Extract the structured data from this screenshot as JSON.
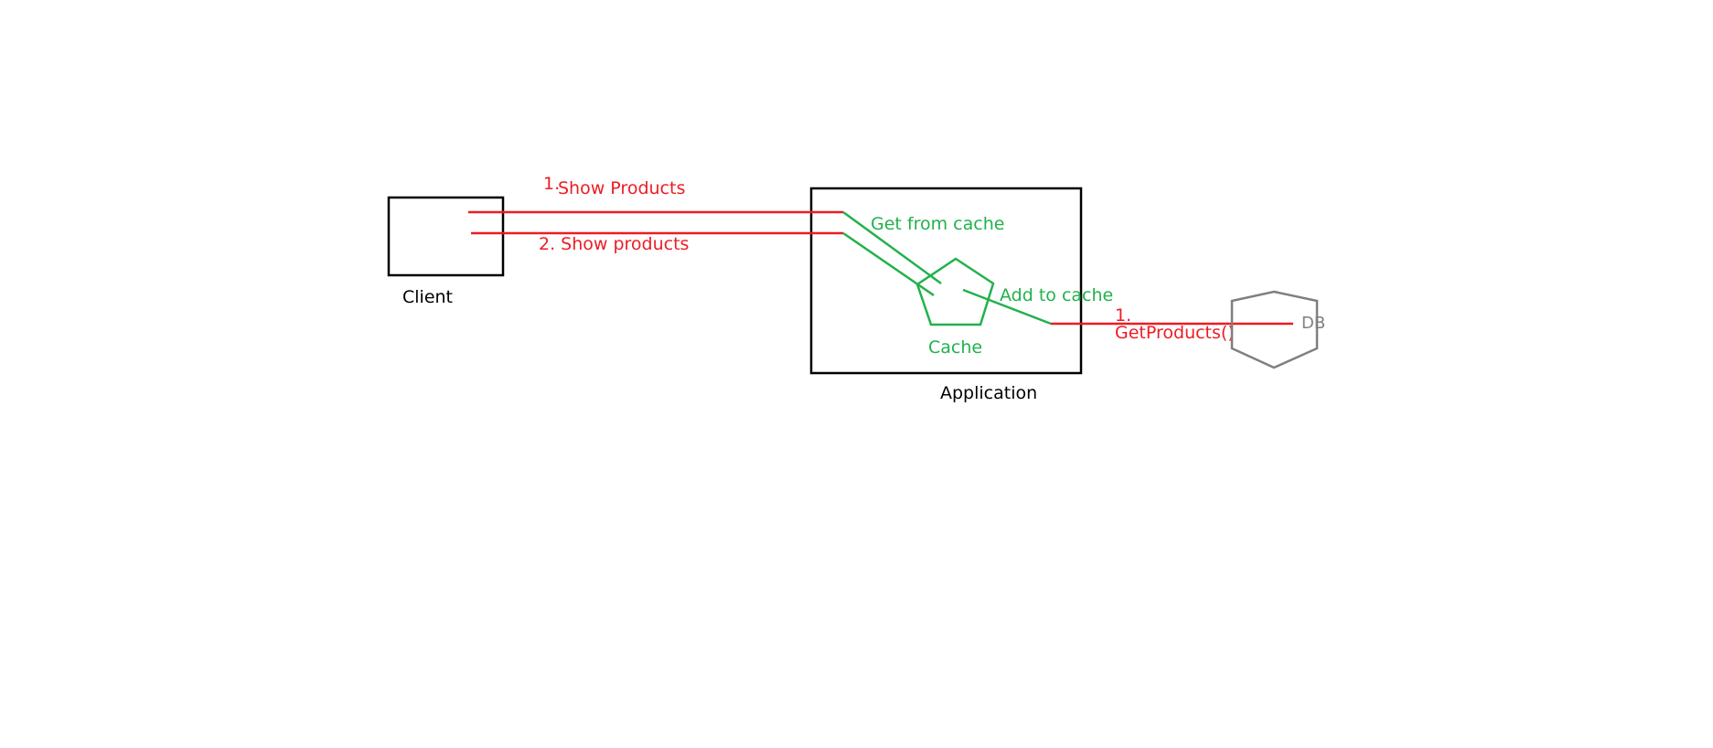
{
  "colors": {
    "arrow_red": "#ed1c24",
    "cache_green": "#22b14c",
    "box_black": "#000000",
    "db_gray": "#7f7f7f"
  },
  "nodes": {
    "client_label": "Client",
    "application_label": "Application",
    "cache_label": "Cache",
    "db_label": "DB"
  },
  "edges": {
    "show_products_request_num": "1.",
    "show_products_request": "Show Products",
    "show_products_response": "2. Show products",
    "get_from_cache": "Get from cache",
    "add_to_cache": "Add to cache",
    "get_products_num": "1.",
    "get_products": "GetProducts()"
  }
}
